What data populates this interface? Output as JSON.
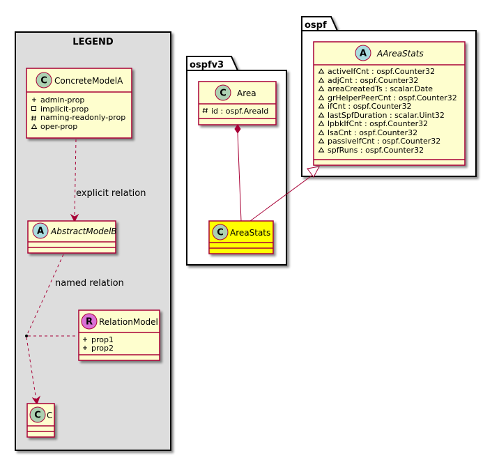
{
  "legend": {
    "title": "LEGEND",
    "concrete": {
      "stereo": "C",
      "name": "ConcreteModelA",
      "attrs": [
        {
          "vis": "+",
          "text": "admin-prop"
        },
        {
          "vis": "-",
          "text": "implicit-prop"
        },
        {
          "vis": "#",
          "text": "naming-readonly-prop"
        },
        {
          "vis": "~",
          "text": "oper-prop"
        }
      ]
    },
    "abstract": {
      "stereo": "A",
      "name": "AbstractModelB"
    },
    "relation_model": {
      "stereo": "R",
      "name": "RelationModel",
      "attrs": [
        {
          "vis": "+",
          "text": "prop1"
        },
        {
          "vis": "+",
          "text": "prop2"
        }
      ]
    },
    "c": {
      "stereo": "C",
      "name": "C"
    },
    "explicit_relation_label": "explicit relation",
    "named_relation_label": "named relation"
  },
  "ospfv3": {
    "package_name": "ospfv3",
    "area": {
      "stereo": "C",
      "name": "Area",
      "attrs": [
        {
          "vis": "#",
          "text": "id : ospf.AreaId"
        }
      ]
    },
    "area_stats": {
      "stereo": "C",
      "name": "AreaStats"
    }
  },
  "ospf": {
    "package_name": "ospf",
    "aarea_stats": {
      "stereo": "A",
      "name": "AAreaStats",
      "attrs": [
        {
          "vis": "~",
          "text": "activeIfCnt : ospf.Counter32"
        },
        {
          "vis": "~",
          "text": "adjCnt : ospf.Counter32"
        },
        {
          "vis": "~",
          "text": "areaCreatedTs : scalar.Date"
        },
        {
          "vis": "~",
          "text": "grHelperPeerCnt : ospf.Counter32"
        },
        {
          "vis": "~",
          "text": "ifCnt : ospf.Counter32"
        },
        {
          "vis": "~",
          "text": "lastSpfDuration : scalar.Uint32"
        },
        {
          "vis": "~",
          "text": "lpbkIfCnt : ospf.Counter32"
        },
        {
          "vis": "~",
          "text": "lsaCnt : ospf.Counter32"
        },
        {
          "vis": "~",
          "text": "passiveIfCnt : ospf.Counter32"
        },
        {
          "vis": "~",
          "text": "spfRuns : ospf.Counter32"
        }
      ]
    }
  },
  "colors": {
    "class_fill": "#FEFECE",
    "class_border": "#A80036",
    "highlight_fill": "#FFFF00",
    "legend_fill": "#DDDDDD",
    "circle_c": "#ADD1B2",
    "circle_a": "#A9DCDF",
    "circle_r": "#DA70D6",
    "link": "#A80036"
  }
}
